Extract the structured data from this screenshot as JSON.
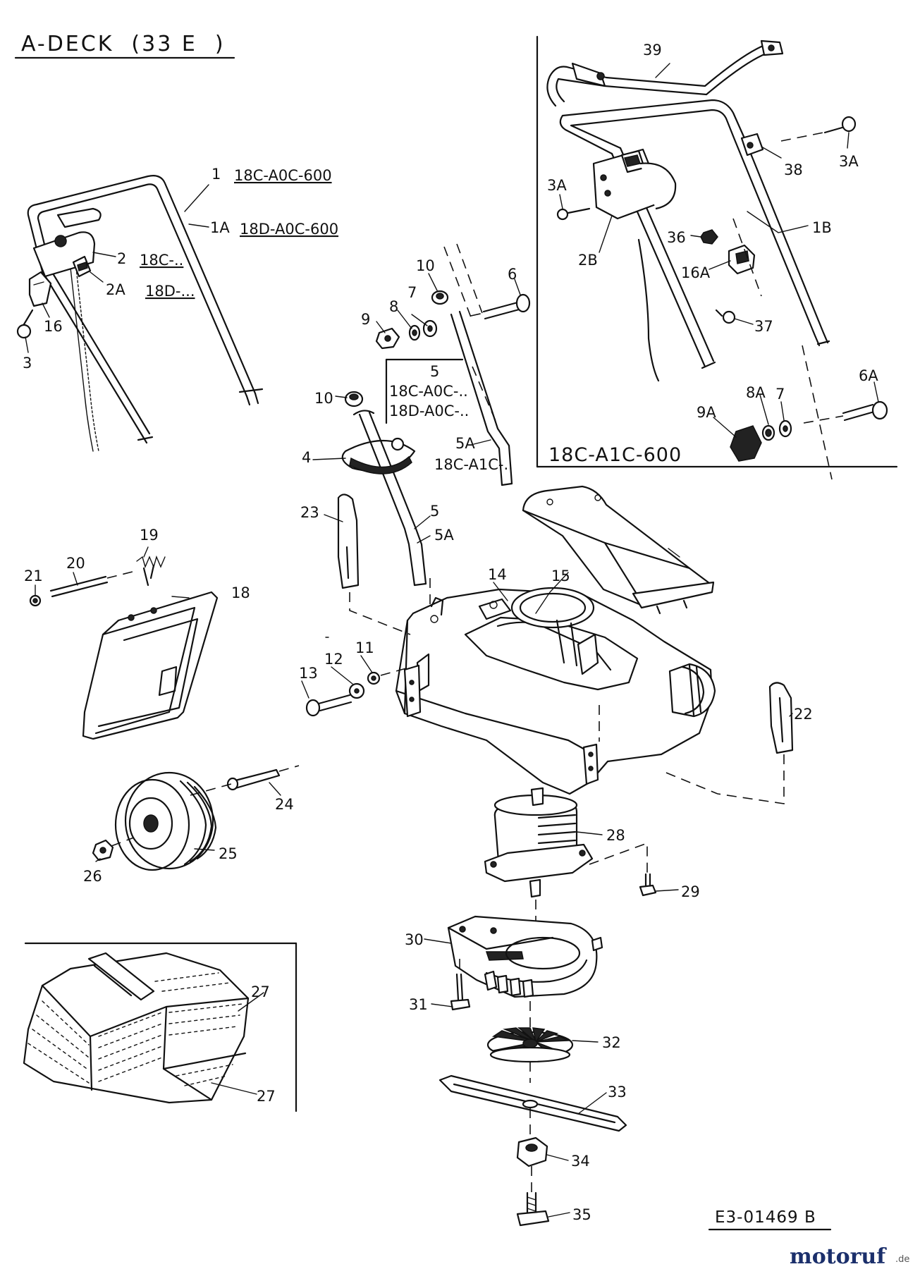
{
  "header": {
    "title": "A-DECK  (33 E  )"
  },
  "inset_variant": "18C-A1C-600",
  "drawing_ref": "E3-01469 B",
  "logo": {
    "name": "motoruf",
    "tld": ".de"
  },
  "callouts": [
    {
      "id": "c1",
      "label": "1"
    },
    {
      "id": "c1a",
      "label": "1A"
    },
    {
      "id": "c1b",
      "label": "1B"
    },
    {
      "id": "c2",
      "label": "2"
    },
    {
      "id": "c2a",
      "label": "2A"
    },
    {
      "id": "c2b",
      "label": "2B"
    },
    {
      "id": "c3",
      "label": "3"
    },
    {
      "id": "c3a1",
      "label": "3A"
    },
    {
      "id": "c3a2",
      "label": "3A"
    },
    {
      "id": "c4",
      "label": "4"
    },
    {
      "id": "c5a",
      "label": "5"
    },
    {
      "id": "c5b",
      "label": "5"
    },
    {
      "id": "c5aa",
      "label": "5A"
    },
    {
      "id": "c5ab",
      "label": "5A"
    },
    {
      "id": "c6",
      "label": "6"
    },
    {
      "id": "c6a",
      "label": "6A"
    },
    {
      "id": "c7a",
      "label": "7"
    },
    {
      "id": "c7b",
      "label": "7"
    },
    {
      "id": "c8",
      "label": "8"
    },
    {
      "id": "c8a",
      "label": "8A"
    },
    {
      "id": "c9",
      "label": "9"
    },
    {
      "id": "c9a",
      "label": "9A"
    },
    {
      "id": "c10a",
      "label": "10"
    },
    {
      "id": "c10b",
      "label": "10"
    },
    {
      "id": "c11",
      "label": "11"
    },
    {
      "id": "c12",
      "label": "12"
    },
    {
      "id": "c13",
      "label": "13"
    },
    {
      "id": "c14",
      "label": "14"
    },
    {
      "id": "c15",
      "label": "15"
    },
    {
      "id": "c16",
      "label": "16"
    },
    {
      "id": "c16a",
      "label": "16A"
    },
    {
      "id": "c18",
      "label": "18"
    },
    {
      "id": "c19",
      "label": "19"
    },
    {
      "id": "c20",
      "label": "20"
    },
    {
      "id": "c21",
      "label": "21"
    },
    {
      "id": "c22",
      "label": "22"
    },
    {
      "id": "c23",
      "label": "23"
    },
    {
      "id": "c24",
      "label": "24"
    },
    {
      "id": "c25",
      "label": "25"
    },
    {
      "id": "c26",
      "label": "26"
    },
    {
      "id": "c27a",
      "label": "27"
    },
    {
      "id": "c27b",
      "label": "27"
    },
    {
      "id": "c28",
      "label": "28"
    },
    {
      "id": "c29",
      "label": "29"
    },
    {
      "id": "c30",
      "label": "30"
    },
    {
      "id": "c31",
      "label": "31"
    },
    {
      "id": "c32",
      "label": "32"
    },
    {
      "id": "c33",
      "label": "33"
    },
    {
      "id": "c34",
      "label": "34"
    },
    {
      "id": "c35",
      "label": "35"
    },
    {
      "id": "c36",
      "label": "36"
    },
    {
      "id": "c37",
      "label": "37"
    },
    {
      "id": "c38",
      "label": "38"
    },
    {
      "id": "c39",
      "label": "39"
    }
  ],
  "model_codes": [
    {
      "id": "m1",
      "label": "18C-A0C-600"
    },
    {
      "id": "m1a",
      "label": "18D-A0C-600"
    },
    {
      "id": "m2",
      "label": "18C-.."
    },
    {
      "id": "m2a",
      "label": "18D-..."
    },
    {
      "id": "m5c",
      "label": "18C-A0C-.."
    },
    {
      "id": "m5d",
      "label": "18D-A0C-.."
    },
    {
      "id": "m5a",
      "label": "18C-A1C-.."
    }
  ]
}
